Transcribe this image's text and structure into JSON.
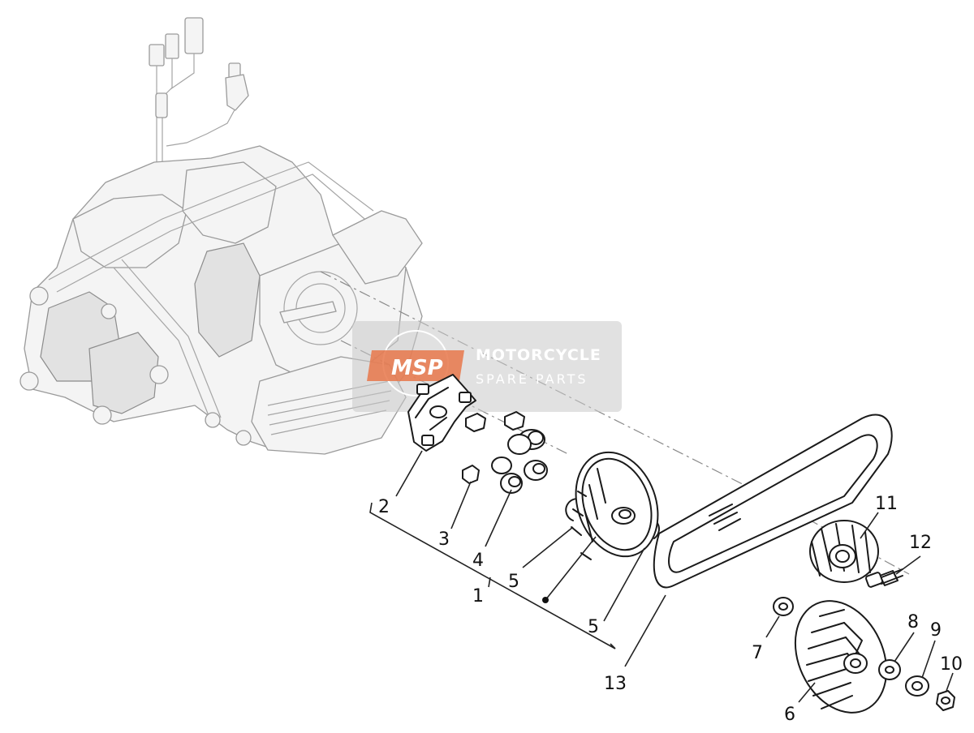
{
  "callouts": [
    {
      "id": "1",
      "label": "1"
    },
    {
      "id": "2",
      "label": "2"
    },
    {
      "id": "3",
      "label": "3"
    },
    {
      "id": "4",
      "label": "4"
    },
    {
      "id": "5a",
      "label": "5"
    },
    {
      "id": "5b",
      "label": "5"
    },
    {
      "id": "6",
      "label": "6"
    },
    {
      "id": "7",
      "label": "7"
    },
    {
      "id": "8",
      "label": "8"
    },
    {
      "id": "9",
      "label": "9"
    },
    {
      "id": "10",
      "label": "10"
    },
    {
      "id": "11",
      "label": "11"
    },
    {
      "id": "12",
      "label": "12"
    },
    {
      "id": "13",
      "label": "13"
    }
  ],
  "watermark": {
    "logo": "MSP",
    "title": "MOTORCYCLE",
    "subtitle": "SPARE PARTS"
  },
  "colors": {
    "line": "#1a1a1a",
    "engine": "#9a9a9a",
    "watermark_logo": "#e8774a"
  }
}
